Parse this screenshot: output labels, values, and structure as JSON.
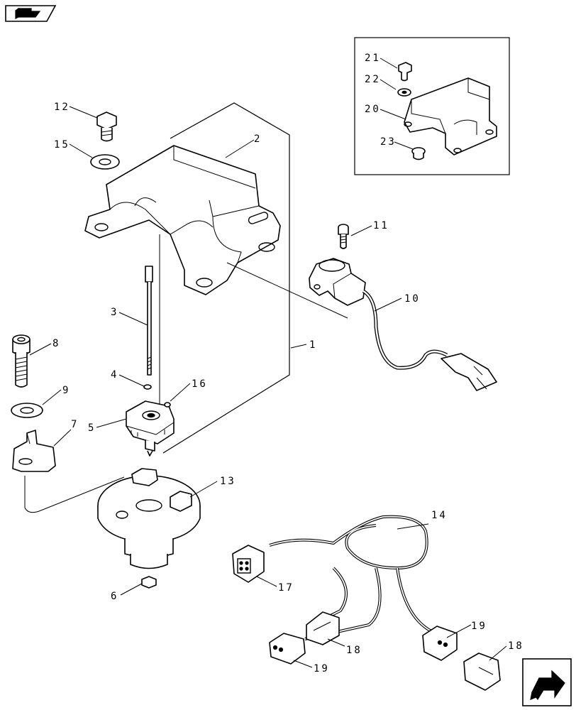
{
  "icons": {
    "top_left": "book-arrow-icon",
    "bottom_right": "next-page-arrow-icon"
  },
  "callouts": [
    {
      "id": "c21",
      "text": "21"
    },
    {
      "id": "c22",
      "text": "22"
    },
    {
      "id": "c20",
      "text": "20"
    },
    {
      "id": "c23",
      "text": "23"
    },
    {
      "id": "c12",
      "text": "12"
    },
    {
      "id": "c15",
      "text": "15"
    },
    {
      "id": "c2",
      "text": "2"
    },
    {
      "id": "c11",
      "text": "11"
    },
    {
      "id": "c10",
      "text": "10"
    },
    {
      "id": "c3",
      "text": "3"
    },
    {
      "id": "c8",
      "text": "8"
    },
    {
      "id": "c1",
      "text": "1"
    },
    {
      "id": "c4",
      "text": "4"
    },
    {
      "id": "c16",
      "text": "16"
    },
    {
      "id": "c9",
      "text": "9"
    },
    {
      "id": "c5",
      "text": "5"
    },
    {
      "id": "c7",
      "text": "7"
    },
    {
      "id": "c13",
      "text": "13"
    },
    {
      "id": "c14",
      "text": "14"
    },
    {
      "id": "c17",
      "text": "17"
    },
    {
      "id": "c6",
      "text": "6"
    },
    {
      "id": "c19a",
      "text": "19"
    },
    {
      "id": "c18a",
      "text": "18"
    },
    {
      "id": "c19b",
      "text": "19"
    },
    {
      "id": "c18b",
      "text": "18"
    }
  ]
}
